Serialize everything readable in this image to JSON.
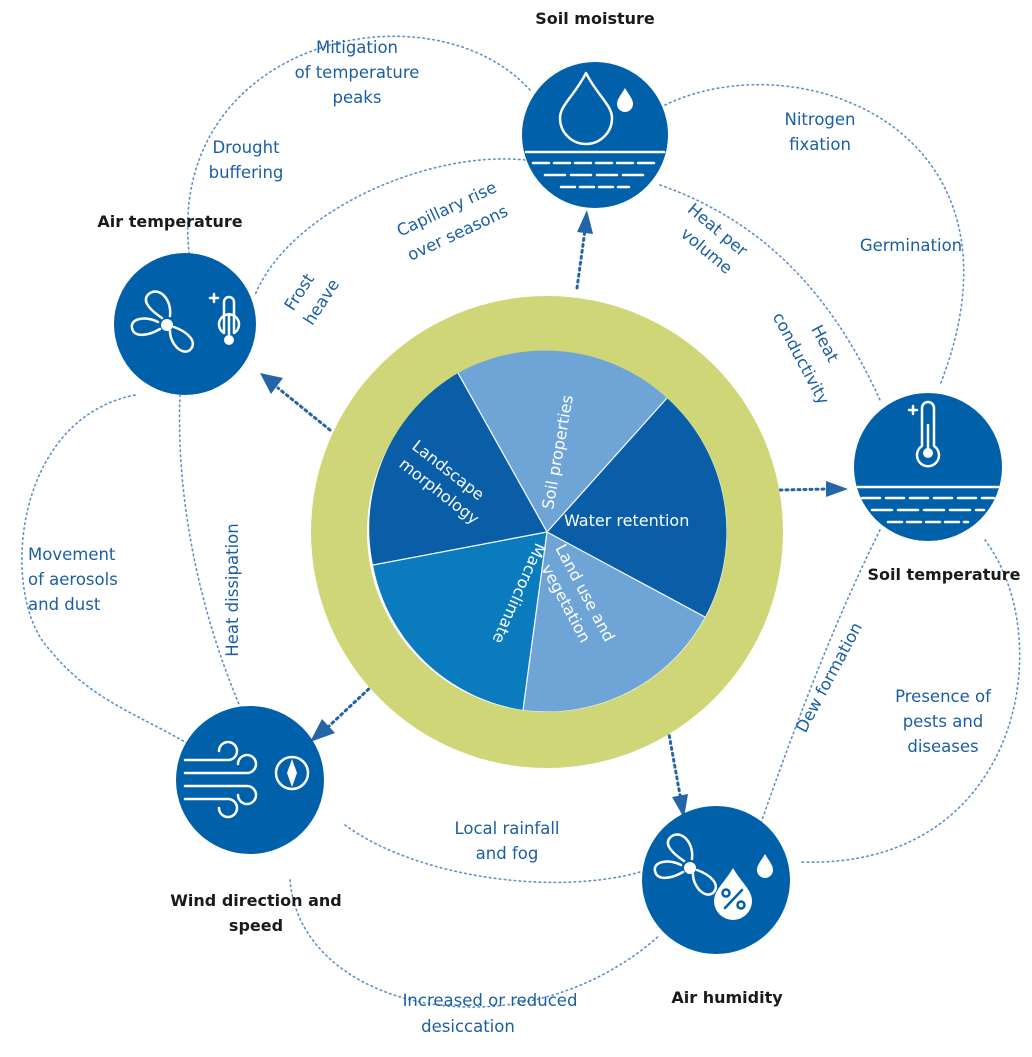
{
  "colors": {
    "node_blue": "#0060aa",
    "ring": "#cfd677",
    "segment_dark": "#0a5ea8",
    "segment_light": "#6fa4d6",
    "segment_mid": "#0a7cbd",
    "relation_text": "#1b5fa3",
    "loop_line": "#5d8fca"
  },
  "center": {
    "segments": {
      "soil_properties": "Soil properties",
      "water_retention": "Water retention",
      "land_use_1": "Land use and",
      "land_use_2": "vegetation",
      "macroclimate": "Macroclimate",
      "landscape_1": "Landscape",
      "landscape_2": "morphology"
    }
  },
  "nodes": {
    "soil_moisture": {
      "title": "Soil moisture",
      "icon": "droplet-percent-icon"
    },
    "air_temperature": {
      "title": "Air temperature",
      "icon": "fan-thermometer-icon"
    },
    "soil_temperature": {
      "title": "Soil temperature",
      "icon": "thermometer-soil-icon"
    },
    "wind": {
      "title_1": "Wind direction and",
      "title_2": "speed",
      "icon": "wind-compass-icon"
    },
    "air_humidity": {
      "title": "Air humidity",
      "icon": "fan-droplet-icon"
    }
  },
  "relations": {
    "mitigation_1": "Mitigation",
    "mitigation_2": "of temperature",
    "mitigation_3": "peaks",
    "drought_1": "Drought",
    "drought_2": "buffering",
    "capillary_1": "Capillary rise",
    "capillary_2": "over seasons",
    "frost_1": "Frost",
    "frost_2": "heave",
    "nitrogen_1": "Nitrogen",
    "nitrogen_2": "fixation",
    "germination": "Germination",
    "heat_volume_1": "Heat per",
    "heat_volume_2": "volume",
    "heat_cond_1": "Heat",
    "heat_cond_2": "conductivity",
    "movement_1": "Movement",
    "movement_2": "of aerosols",
    "movement_3": "and dust",
    "heat_dissipation": "Heat dissipation",
    "dew": "Dew formation",
    "pests_1": "Presence of",
    "pests_2": "pests and",
    "pests_3": "diseases",
    "rainfall_1": "Local rainfall",
    "rainfall_2": "and fog",
    "desiccation_1": "Increased or reduced",
    "desiccation_2": "desiccation"
  }
}
